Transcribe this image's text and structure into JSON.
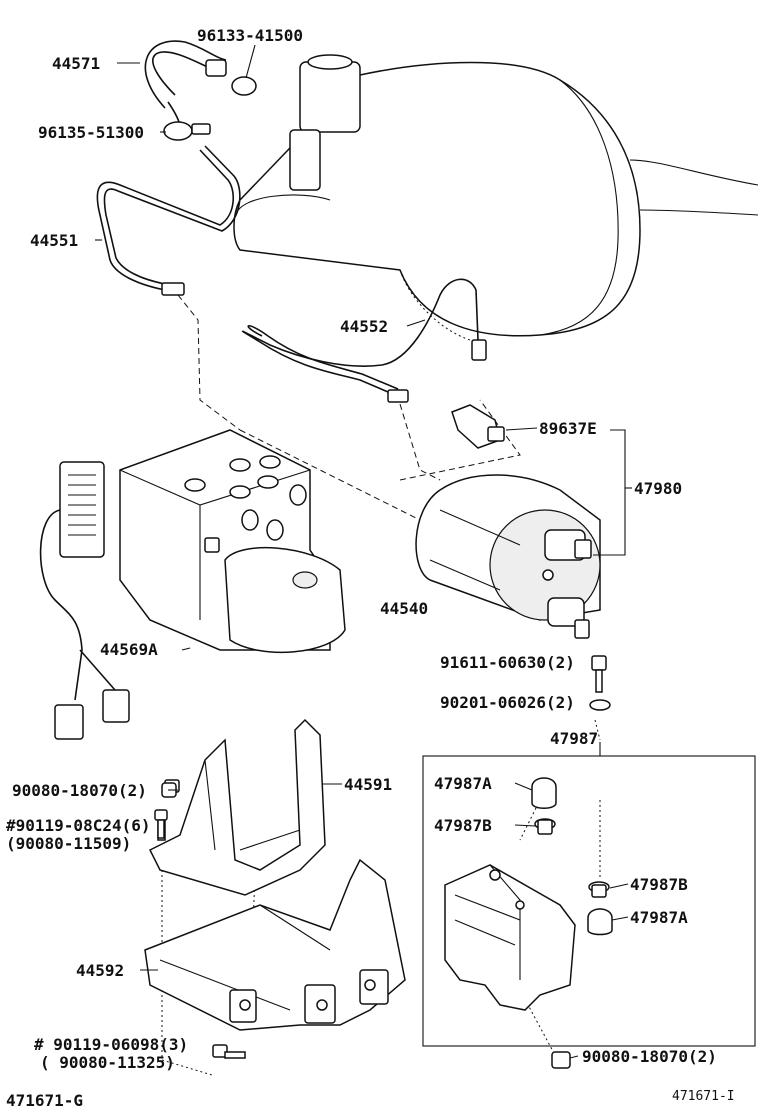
{
  "diagram": {
    "labels": {
      "p44571": "44571",
      "p96133": "96133-41500",
      "p96135": "96135-51300",
      "p44551": "44551",
      "p44552": "44552",
      "p89637E": "89637E",
      "p47980": "47980",
      "p44540": "44540",
      "p44569A": "44569A",
      "p91611": "91611-60630(2)",
      "p90201": "90201-06026(2)",
      "p47987": "47987",
      "p90080a": "90080-18070(2)",
      "p44591": "44591",
      "p90119a": "#90119-08C24(6)",
      "p90080b": "(90080-11509)",
      "p47987A_1": "47987A",
      "p47987B_1": "47987B",
      "p47987B_2": "47987B",
      "p47987A_2": "47987A",
      "p44592": "44592",
      "p90119b": "# 90119-06098(3)",
      "p90080c": "( 90080-11325)",
      "p90080d": "90080-18070(2)",
      "fig_left": "471671-G",
      "fig_right": "471671-I"
    }
  }
}
